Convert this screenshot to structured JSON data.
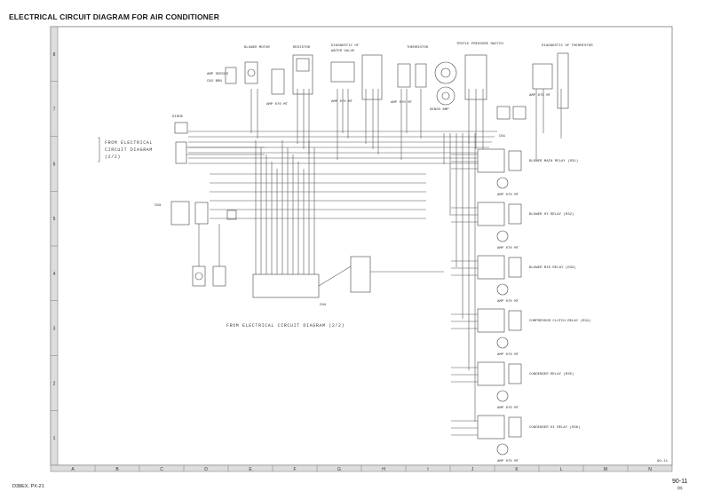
{
  "title": "ELECTRICAL CIRCUIT DIAGRAM FOR AIR CONDITIONER",
  "footer": {
    "model": "D38EX, PX-21",
    "page": "90-11",
    "revision": "(9)"
  },
  "grid": {
    "columns": [
      "A",
      "B",
      "C",
      "D",
      "E",
      "F",
      "G",
      "H",
      "I",
      "J",
      "K",
      "L",
      "M",
      "N"
    ],
    "rows": [
      "8",
      "7",
      "6",
      "5",
      "4",
      "3",
      "2",
      "1"
    ]
  },
  "components": {
    "blower_motor": "BLOWER MOTOR",
    "resistor": "RESISTOR",
    "thermistor": "THERMISTOR",
    "triple_pressure_switch": "TRIPLE PRESSURE SWITCH",
    "from_circuit_left": "FROM ELECTRICAL CIRCUIT DIAGRAM (2/2)",
    "from_circuit_bottom": "FROM ELECTRICAL CIRCUIT DIAGRAM (2/2)",
    "relays": [
      "BLOWER MAIN RELAY (R31)",
      "BLOWER HI RELAY (R32)",
      "BLOWER MID RELAY (R33)",
      "COMPRESSOR CLUTCH RELAY (R34)",
      "CONDENSER RELAY (R35)",
      "CONDENSER HI RELAY (R36)"
    ]
  }
}
